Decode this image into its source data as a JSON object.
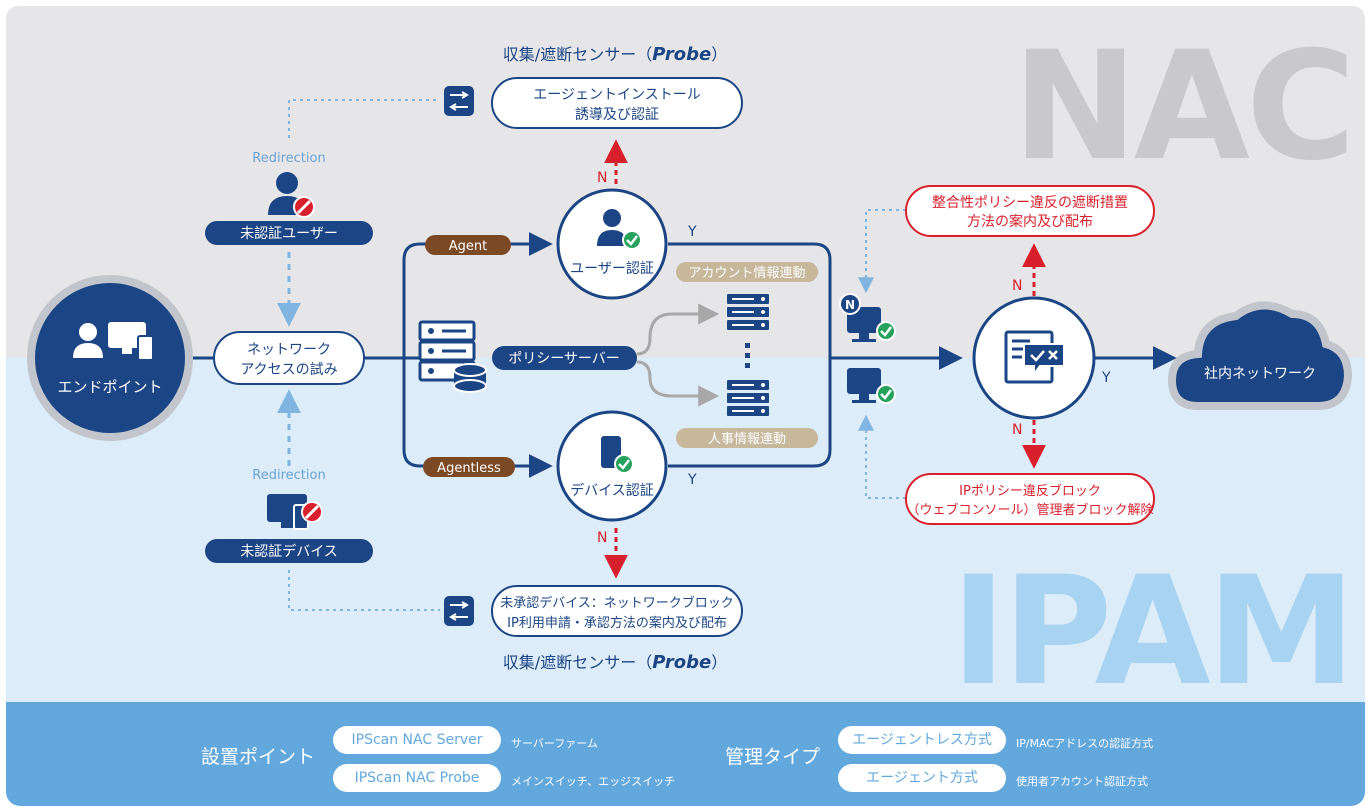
{
  "watermarks": {
    "nac": "NAC",
    "ipam": "IPAM"
  },
  "probe_top": {
    "prefix": "収集/遮断センサー（",
    "probe": "Probe",
    "suffix": "）"
  },
  "probe_bottom": {
    "prefix": "収集/遮断センサー（",
    "probe": "Probe",
    "suffix": "）"
  },
  "agent_install": {
    "line1": "エージェントインストール",
    "line2": "誘導及び認証"
  },
  "unapproved_block": {
    "line1": "未承認デバイス：ネットワークブロック",
    "line2": "IP利用申請・承認方法の案内及び配布"
  },
  "redirection_top": "Redirection",
  "redirection_bottom": "Redirection",
  "unauth_user": "未認証ユーザー",
  "unauth_device": "未認証デバイス",
  "endpoint": "エンドポイント",
  "network_access": {
    "line1": "ネットワーク",
    "line2": "アクセスの試み"
  },
  "agent_tag": "Agent",
  "agentless_tag": "Agentless",
  "policy_server": "ポリシーサーバー",
  "user_auth": "ユーザー認証",
  "device_auth": "デバイス認証",
  "account_link": "アカウント情報連動",
  "hr_link": "人事情報連動",
  "yes": "Y",
  "no": "N",
  "agent_badge": "N",
  "compliance_box": {
    "line1": "整合性ポリシー違反の遮断措置",
    "line2": "方法の案内及び配布"
  },
  "ip_block_box": {
    "line1": "IPポリシー違反ブロック",
    "line2": "（ウェブコンソール）管理者ブロック解除"
  },
  "corp_network": "社内ネットワーク",
  "colors": {
    "navy": "#1b4584",
    "red": "#d8202c",
    "brown": "#7b4a25",
    "tan": "#c7b79b",
    "grey_bg": "#e6e6e8",
    "blue_bg": "#dcecf8",
    "footer": "#63a8dd",
    "arrow_grey": "#a8a8a8",
    "light_arrow": "#7fb5e0"
  },
  "footer": {
    "install_label": "設置ポイント",
    "server_pill": "IPScan NAC Server",
    "server_desc": "サーバーファーム",
    "probe_pill": "IPScan NAC Probe",
    "probe_desc": "メインスイッチ、エッジスイッチ",
    "mgmt_label": "管理タイプ",
    "agentless_pill": "エージェントレス方式",
    "agentless_desc": "IP/MACアドレスの認証方式",
    "agent_pill": "エージェント方式",
    "agent_desc": "使用者アカウント認証方式"
  }
}
